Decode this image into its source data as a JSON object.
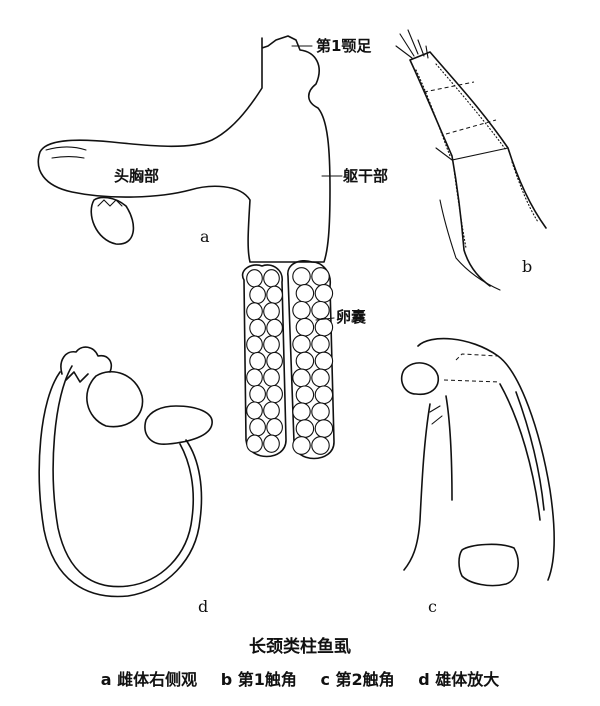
{
  "labels": {
    "maxilliped": "第1颚足",
    "cephalothorax": "头胸部",
    "trunk": "躯干部",
    "egg_sac": "卵囊"
  },
  "panel_letters": {
    "a": "a",
    "b": "b",
    "c": "c",
    "d": "d"
  },
  "caption": {
    "title": "长颈类柱鱼虱",
    "legend": [
      "a 雌体右侧观",
      "b 第1触角",
      "c 第2触角",
      "d 雄体放大"
    ]
  }
}
